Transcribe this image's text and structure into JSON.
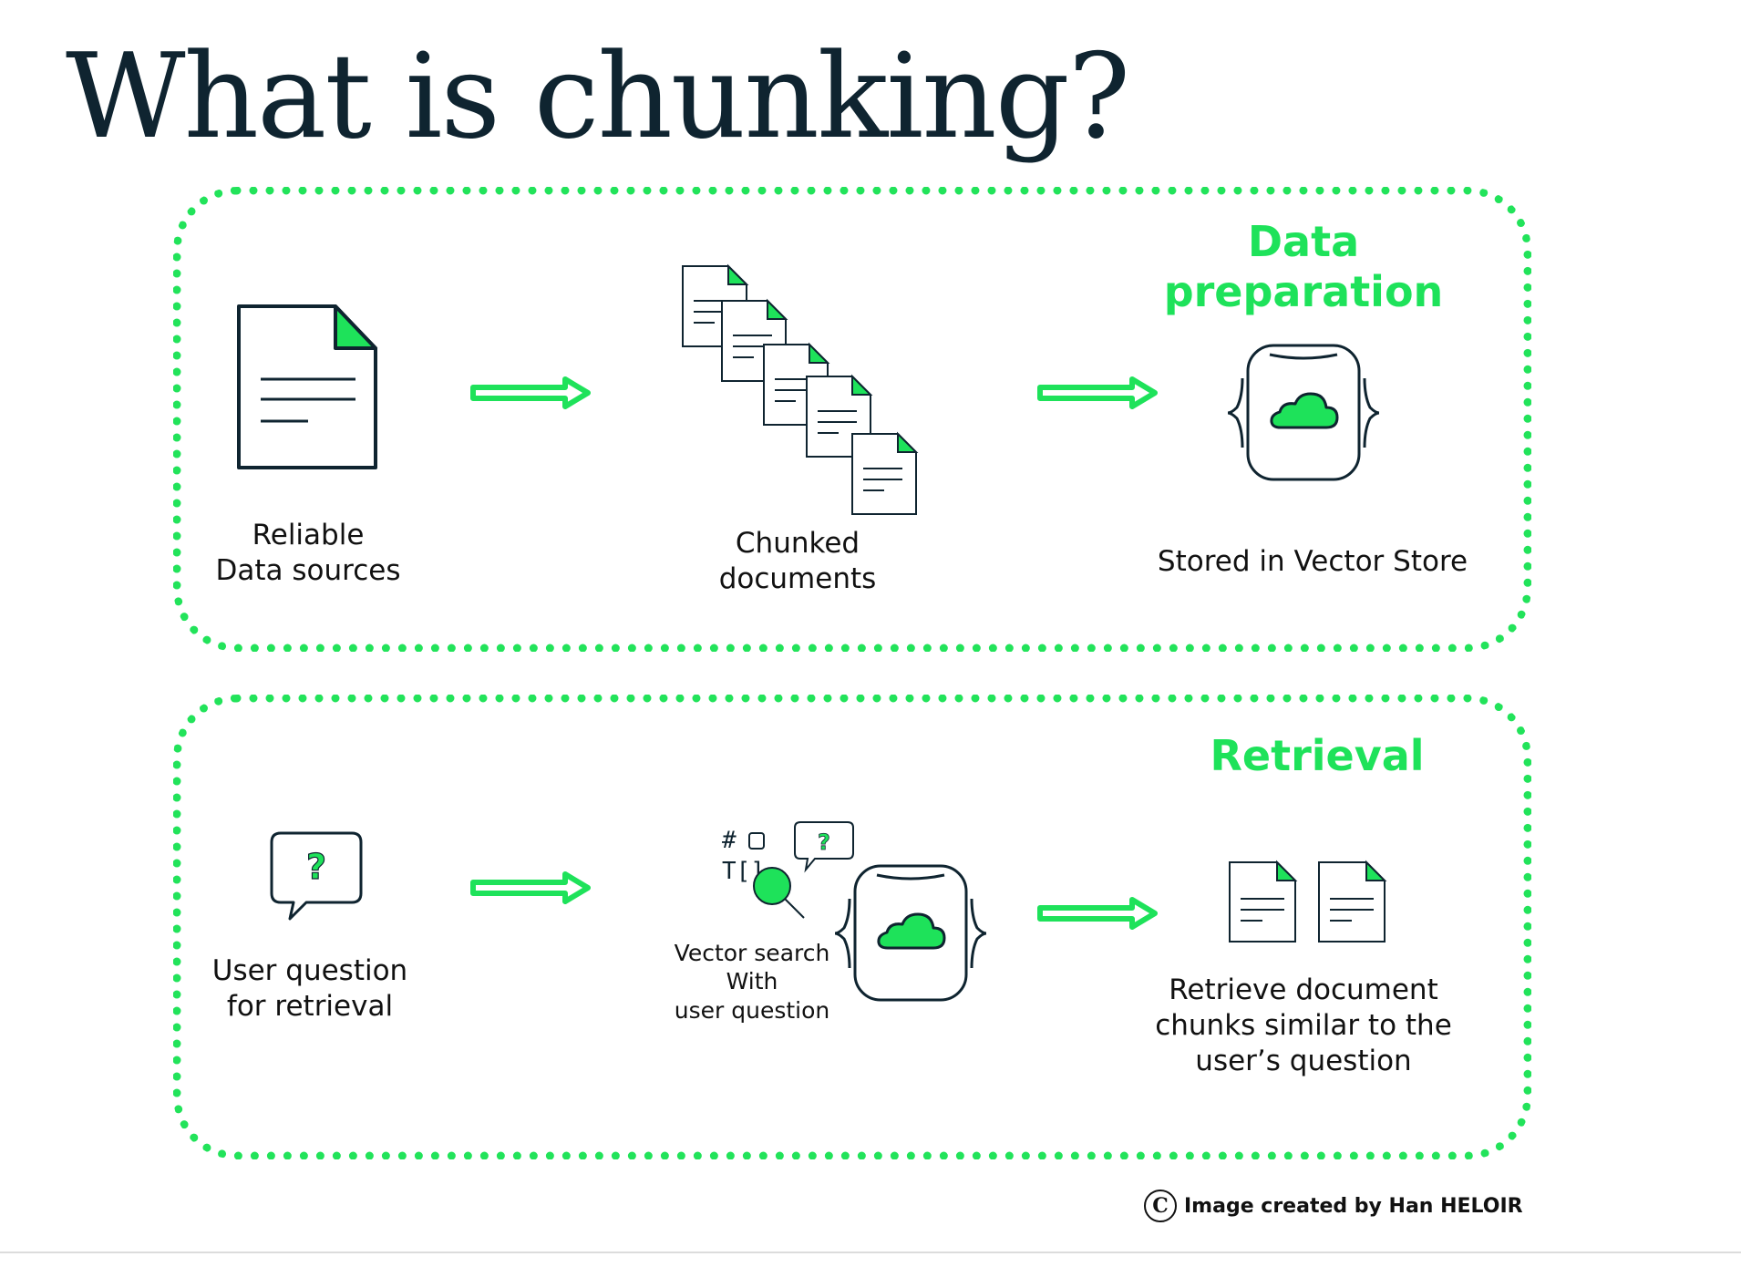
{
  "title": "What is chunking?",
  "sections": {
    "data_preparation": {
      "heading": "Data\npreparation",
      "steps": [
        {
          "label": "Reliable\nData sources",
          "icon": "document-icon"
        },
        {
          "label": "Chunked\ndocuments",
          "icon": "chunked-documents-icon"
        },
        {
          "label": "Stored in Vector Store",
          "icon": "vector-store-icon"
        }
      ]
    },
    "retrieval": {
      "heading": "Retrieval",
      "steps": [
        {
          "label": "User question\nfor retrieval",
          "icon": "question-bubble-icon"
        },
        {
          "label": "Vector search\nWith\nuser question",
          "icon": "vector-search-icon"
        },
        {
          "label": "Retrieve document\nchunks similar to the\nuser’s question",
          "icon": "documents-icon"
        }
      ]
    }
  },
  "credit": {
    "symbol": "C",
    "text": "Image created by Han HELOIR"
  },
  "colors": {
    "accent": "#1ee25a",
    "ink": "#0f2430"
  }
}
